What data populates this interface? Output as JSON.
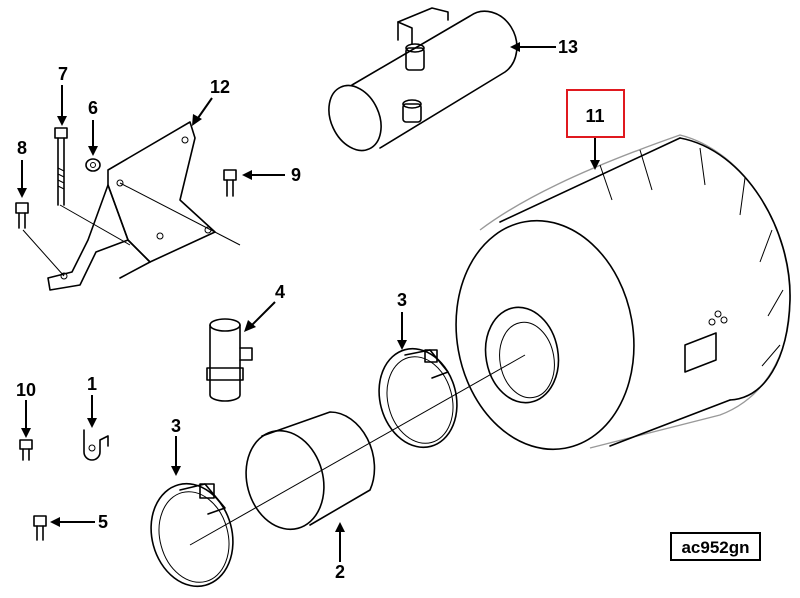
{
  "callouts": {
    "c1": "1",
    "c2": "2",
    "c3a": "3",
    "c3b": "3",
    "c4": "4",
    "c5": "5",
    "c6": "6",
    "c7": "7",
    "c8": "8",
    "c9": "9",
    "c10": "10",
    "c11": "11",
    "c12": "12",
    "c13": "13"
  },
  "drawing_code": "ac952gn",
  "highlight_color": "#e0191f"
}
